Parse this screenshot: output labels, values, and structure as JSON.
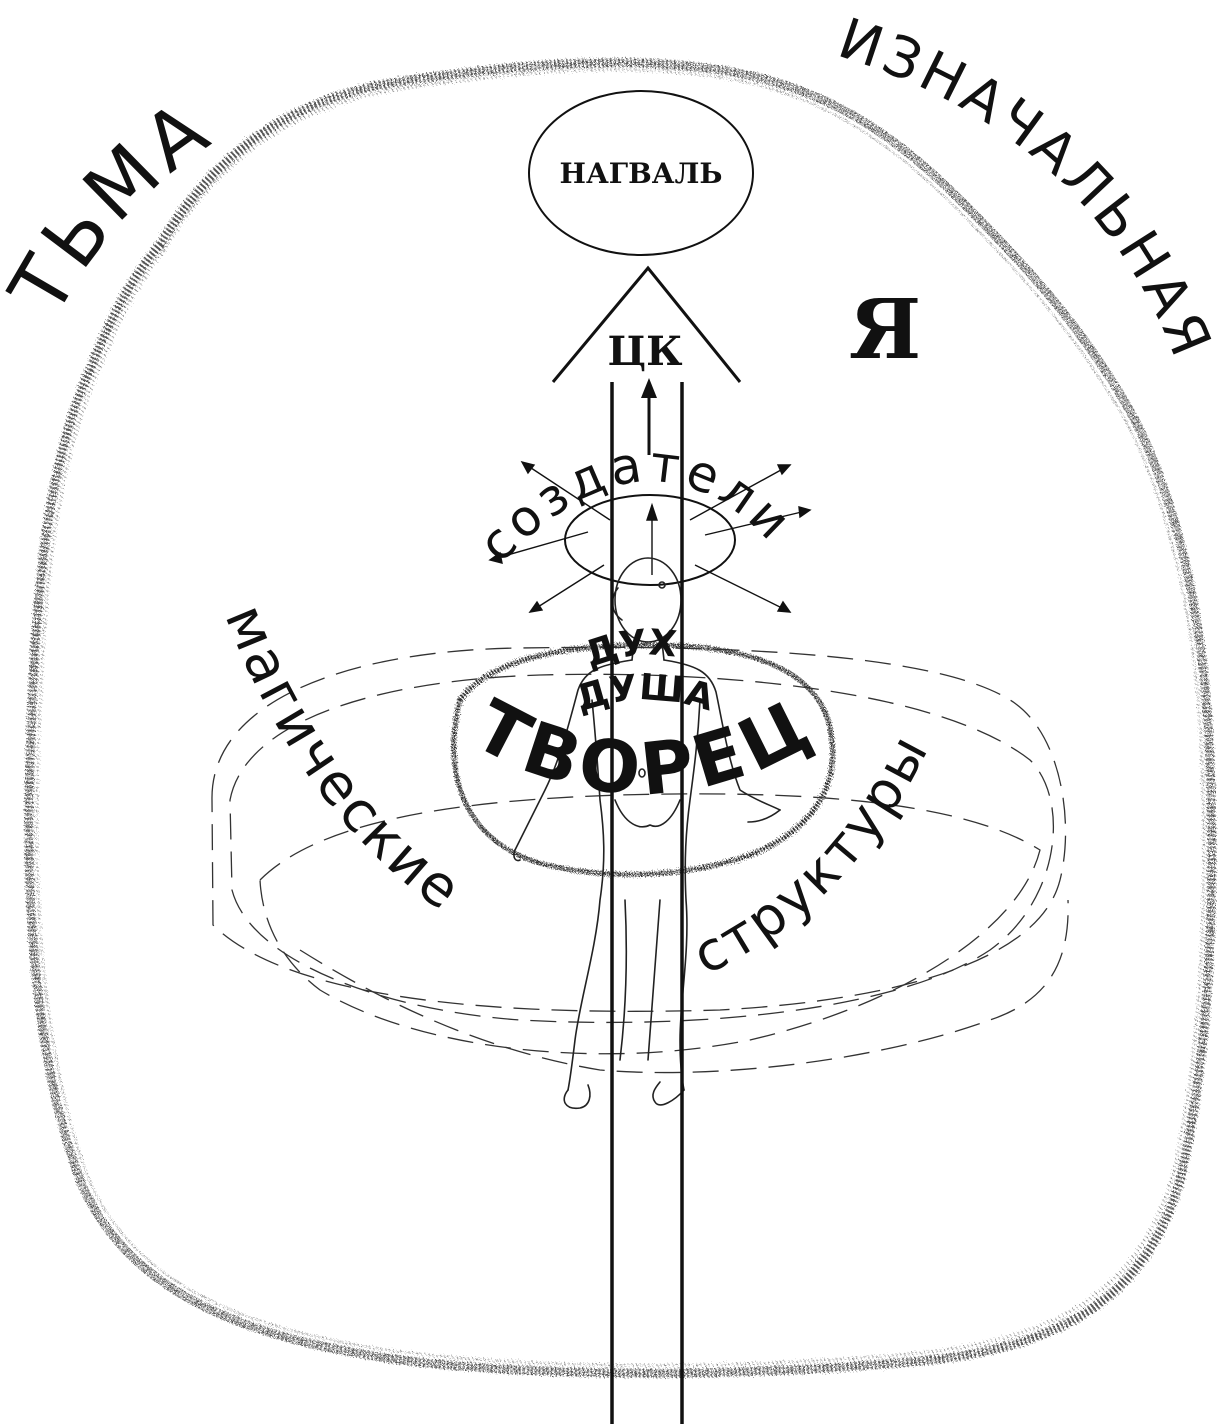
{
  "labels": {
    "top_left": "ТЬМА",
    "top_right": "ИЗНАЧАЛЬНАЯ",
    "self": "Я",
    "nagual": "НАГВАЛЬ",
    "central_channel": "ЦК",
    "creator_arc": "создатели",
    "spirit": "ДУХ",
    "soul": "ДУША",
    "maker": "ТВОРЕЦ",
    "magic_left": "магические",
    "structures_right": "структуры"
  },
  "colors": {
    "ink": "#111111",
    "outline_noise": "#555555",
    "paper": "#ffffff"
  }
}
